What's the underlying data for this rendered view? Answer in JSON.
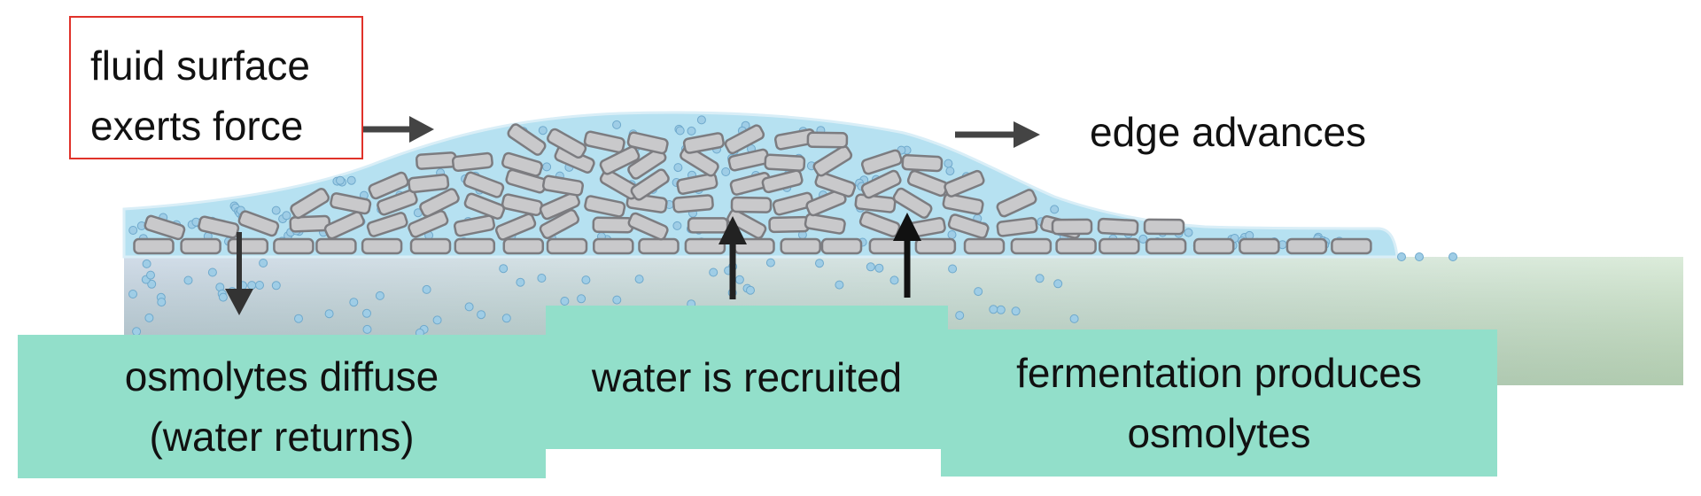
{
  "callout": {
    "line1": "fluid surface",
    "line2": "exerts force",
    "border_color": "#e0322a"
  },
  "edge_label": "edge advances",
  "boxes": [
    {
      "line1": "osmolytes diffuse",
      "line2": "(water returns)"
    },
    {
      "line1": "water is recruited"
    },
    {
      "line1": "fermentation produces",
      "line2": "osmolytes"
    }
  ],
  "colors": {
    "teal": "#92dfca",
    "fluid": "#b6e1f1",
    "cell_fill": "#c9c9cb",
    "cell_stroke": "#7c7c80",
    "osmolyte": "#9fcde6",
    "substrate_left": "#b8c9dc",
    "substrate_right": "#c8e1c6",
    "arrow": "#222222"
  }
}
